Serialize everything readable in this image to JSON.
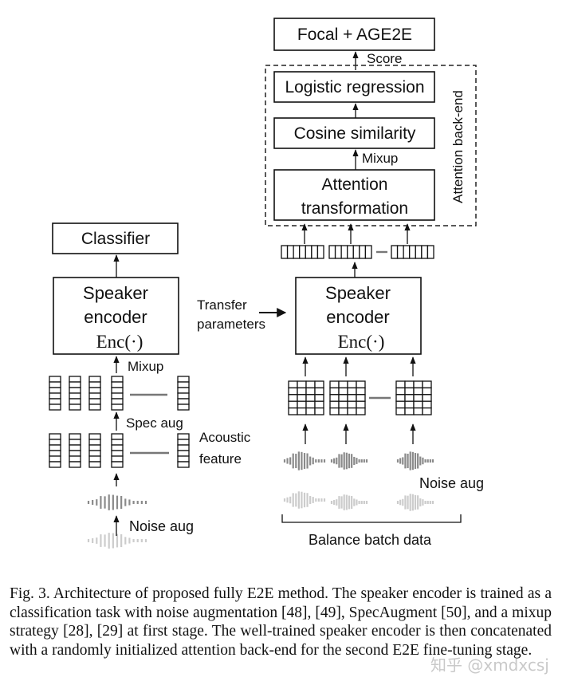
{
  "diagram": {
    "top_box": "Focal + AGE2E",
    "score_label": "Score",
    "logistic": "Logistic regression",
    "cosine": "Cosine similarity",
    "mixup_right": "Mixup",
    "attention_line1": "Attention",
    "attention_line2": "transformation",
    "backend_label": "Attention back-end",
    "classifier": "Classifier",
    "left_encoder": {
      "line1": "Speaker",
      "line2": "encoder",
      "func": "Enc(·)"
    },
    "right_encoder": {
      "line1": "Speaker",
      "line2": "encoder",
      "func": "Enc(·)"
    },
    "transfer_line1": "Transfer",
    "transfer_line2": "parameters",
    "mixup_left": "Mixup",
    "spec_aug": "Spec aug",
    "acoustic_line1": "Acoustic",
    "acoustic_line2": "feature",
    "noise_aug_left": "Noise aug",
    "noise_aug_right": "Noise aug",
    "balance": "Balance batch data"
  },
  "caption": "Fig. 3.  Architecture of proposed fully E2E method. The speaker encoder is trained as a classification task with noise augmentation [48], [49], SpecAugment [50], and a mixup strategy [28], [29] at first stage. The well-trained speaker encoder is then concatenated with a randomly initialized attention back-end for the second E2E fine-tuning stage.",
  "watermark": "知乎 @xmdxcsj",
  "colors": {
    "stroke": "#111111",
    "dash_line": "#777777",
    "wave_dark": "#8a8a8a",
    "wave_light": "#cccccc"
  }
}
